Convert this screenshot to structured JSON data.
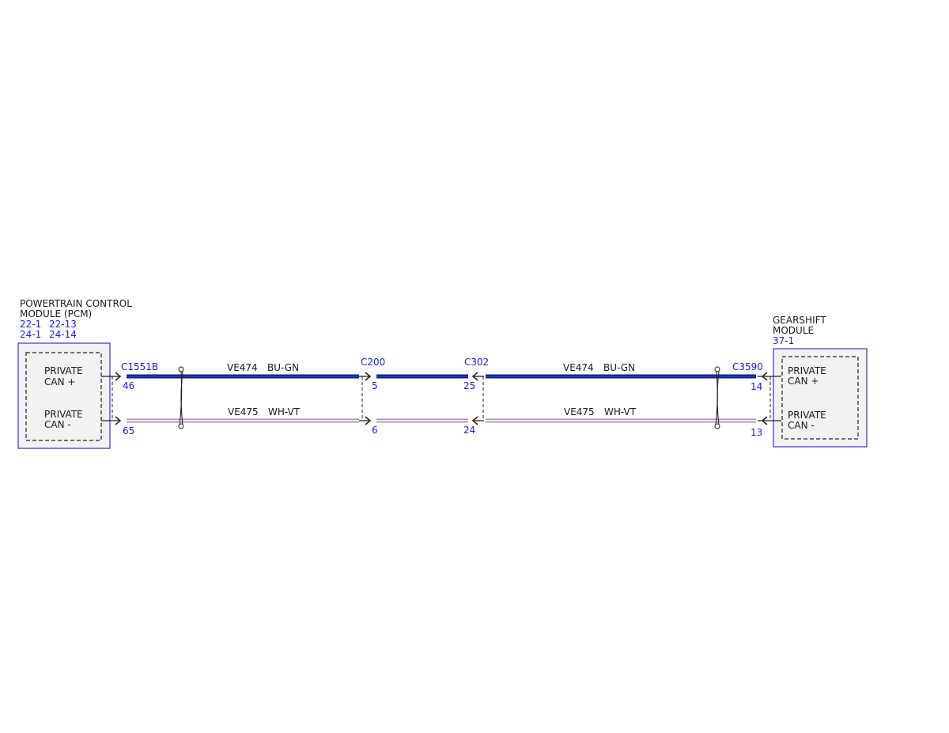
{
  "colors": {
    "module_border": "#3333dd",
    "module_fill": "#f2f2f2",
    "ref_text": "#1a1aff",
    "wire_bu_gn": "#0a1f8f",
    "wire_wh_vt": "#c9a2c9",
    "label_text": "#1a1a1a"
  },
  "pcm": {
    "title_line1": "POWERTRAIN CONTROL",
    "title_line2": "MODULE (PCM)",
    "ref_a1": "22-1",
    "ref_a2": "22-13",
    "ref_b1": "24-1",
    "ref_b2": "24-14",
    "pin1_line1": "PRIVATE",
    "pin1_line2": "CAN +",
    "pin2_line1": "PRIVATE",
    "pin2_line2": "CAN -"
  },
  "gearshift": {
    "title_line1": "GEARSHIFT",
    "title_line2": "MODULE",
    "ref": "37-1",
    "pin1_line1": "PRIVATE",
    "pin1_line2": "CAN +",
    "pin2_line1": "PRIVATE",
    "pin2_line2": "CAN -"
  },
  "connectors": {
    "c1551b": {
      "name": "C1551B",
      "pin_top": "46",
      "pin_bottom": "65"
    },
    "c200": {
      "name": "C200",
      "pin_top": "5",
      "pin_bottom": "6"
    },
    "c302": {
      "name": "C302",
      "pin_top": "25",
      "pin_bottom": "24"
    },
    "c3590": {
      "name": "C3590",
      "pin_top": "14",
      "pin_bottom": "13"
    }
  },
  "wires": {
    "top_left": {
      "circuit": "VE474",
      "color": "BU-GN"
    },
    "top_right": {
      "circuit": "VE474",
      "color": "BU-GN"
    },
    "bottom_left": {
      "circuit": "VE475",
      "color": "WH-VT"
    },
    "bottom_right": {
      "circuit": "VE475",
      "color": "WH-VT"
    }
  }
}
